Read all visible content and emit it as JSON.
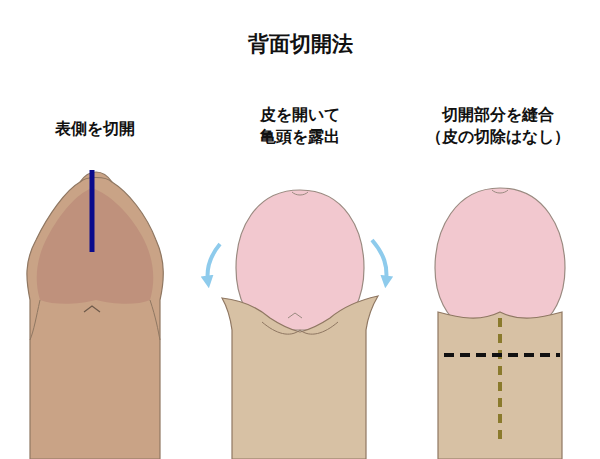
{
  "diagram": {
    "title": "背面切開法",
    "labels": [
      "表側を切開",
      "皮を開いて 亀頭を露出",
      "切開部分を縫合 （皮の切除はなし）"
    ]
  }
}
